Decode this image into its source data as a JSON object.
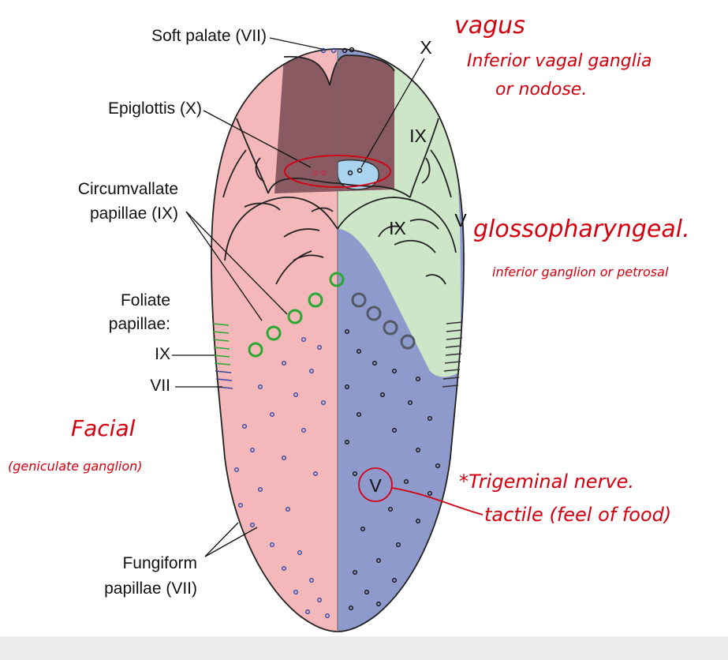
{
  "labels": {
    "soft_palate": "Soft palate (VII)",
    "epiglottis": "Epiglottis (X)",
    "circumvallate_1": "Circumvallate",
    "circumvallate_2": "papillae (IX)",
    "foliate_1": "Foliate",
    "foliate_2": "papillae:",
    "foliate_ix": "IX",
    "foliate_vii": "VII",
    "fungiform_1": "Fungiform",
    "fungiform_2": "papillae (VII)"
  },
  "regions": {
    "x_top": "X",
    "ix_upper": "IX",
    "ix_middle": "IX",
    "v_edge": "V",
    "v_circle": "V"
  },
  "annotations": {
    "vagus_1": "vagus",
    "vagus_2": "Inferior vagal ganglia",
    "vagus_3": "or nodose.",
    "glosso_1": "glossopharyngeal.",
    "glosso_2": "inferior ganglion or petrosal",
    "facial_1": "Facial",
    "facial_2": "(geniculate ganglion)",
    "trig_1": "*Trigeminal nerve.",
    "trig_2": "tactile (feel of food)"
  },
  "colors": {
    "facial_region": "#f4b8bb",
    "trigeminal_region": "#8e99cc",
    "glosso_region": "#cde6c7",
    "pharynx": "#8a5a62",
    "vagus_region": "#a9d3ef",
    "annotation_ink": "#d4000f",
    "circumvallate_ring": "#2aa832",
    "circumvallate_dark": "#555866"
  }
}
